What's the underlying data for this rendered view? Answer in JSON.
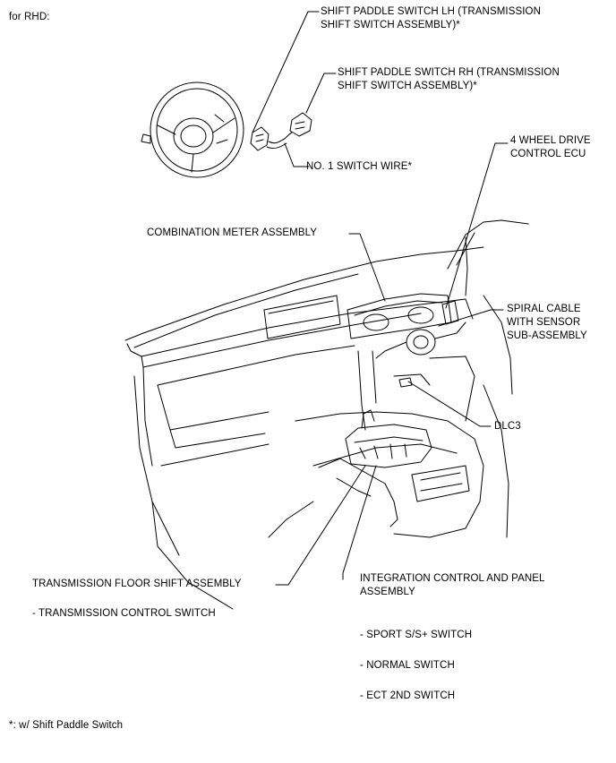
{
  "header": {
    "variant": "for RHD:"
  },
  "labels": {
    "shift_paddle_lh": "SHIFT PADDLE SWITCH LH (TRANSMISSION\nSHIFT SWITCH ASSEMBLY)*",
    "shift_paddle_rh": "SHIFT PADDLE SWITCH RH (TRANSMISSION\nSHIFT SWITCH ASSEMBLY)*",
    "switch_wire": "NO. 1 SWITCH WIRE*",
    "four_wd_ecu": "4 WHEEL DRIVE\nCONTROL ECU",
    "combination_meter": "COMBINATION METER ASSEMBLY",
    "spiral_cable": "SPIRAL CABLE\nWITH SENSOR\nSUB-ASSEMBLY",
    "dlc3": "DLC3",
    "floor_shift": "TRANSMISSION FLOOR SHIFT ASSEMBLY",
    "floor_shift_sub": "- TRANSMISSION CONTROL SWITCH",
    "integration_panel": "INTEGRATION CONTROL AND PANEL\nASSEMBLY",
    "sport_switch": "- SPORT S/S+ SWITCH",
    "normal_switch": "- NORMAL SWITCH",
    "ect_switch": "- ECT 2ND SWITCH"
  },
  "footnote": "*: w/ Shift Paddle Switch"
}
